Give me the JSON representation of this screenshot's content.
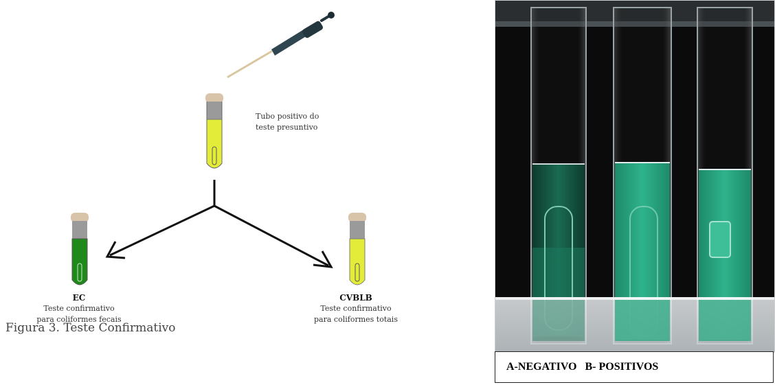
{
  "diagram": {
    "presumptive_label_line1": "Tubo positivo do",
    "presumptive_label_line2": "teste presuntivo",
    "left_tube": {
      "title": "EC",
      "line1": "Teste confirmativo",
      "line2": "para coliformes fecais",
      "medium_color": "#1f8a1a"
    },
    "right_tube": {
      "title": "CVBLB",
      "line1": "Teste confirmativo",
      "line2": "para coliformes totais",
      "medium_color": "#e4ec3a"
    },
    "figure_caption": "Figura 3. Teste Confirmativo",
    "tube_cap_color": "#d8c4a8",
    "pipette_color": "#2f4650"
  },
  "photo": {
    "caption": "A-NEGATIVO   B- POSITIVOS",
    "liquid_color": "#2aa57f",
    "background_color": "#0b0b0b"
  }
}
